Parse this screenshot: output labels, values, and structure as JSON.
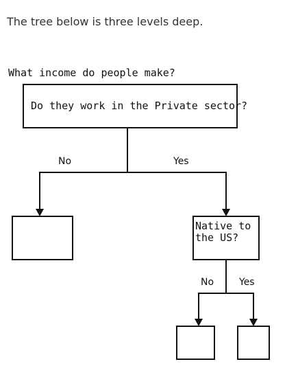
{
  "intro": "The tree below is three levels deep.",
  "tree": {
    "question": "What income do people make?",
    "root": {
      "text": "Do they work in the Private sector?",
      "branches": {
        "no": "No",
        "yes": "Yes"
      }
    },
    "left_leaf": {
      "text": ""
    },
    "right_node": {
      "lines": [
        "Native to",
        "the US?"
      ],
      "branches": {
        "no": "No",
        "yes": "Yes"
      }
    },
    "bottom_left_leaf": {
      "text": ""
    },
    "bottom_right_leaf": {
      "text": ""
    }
  }
}
